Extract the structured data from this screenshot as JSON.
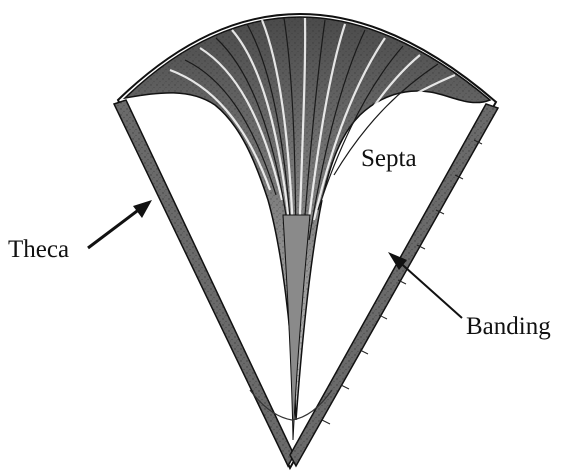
{
  "labels": {
    "septa": "Septa",
    "theca": "Theca",
    "banding": "Banding"
  },
  "colors": {
    "ink": "#111111",
    "paper": "#ffffff",
    "septa_fill": "#7a7a7a",
    "theca_fill": "#555555"
  }
}
